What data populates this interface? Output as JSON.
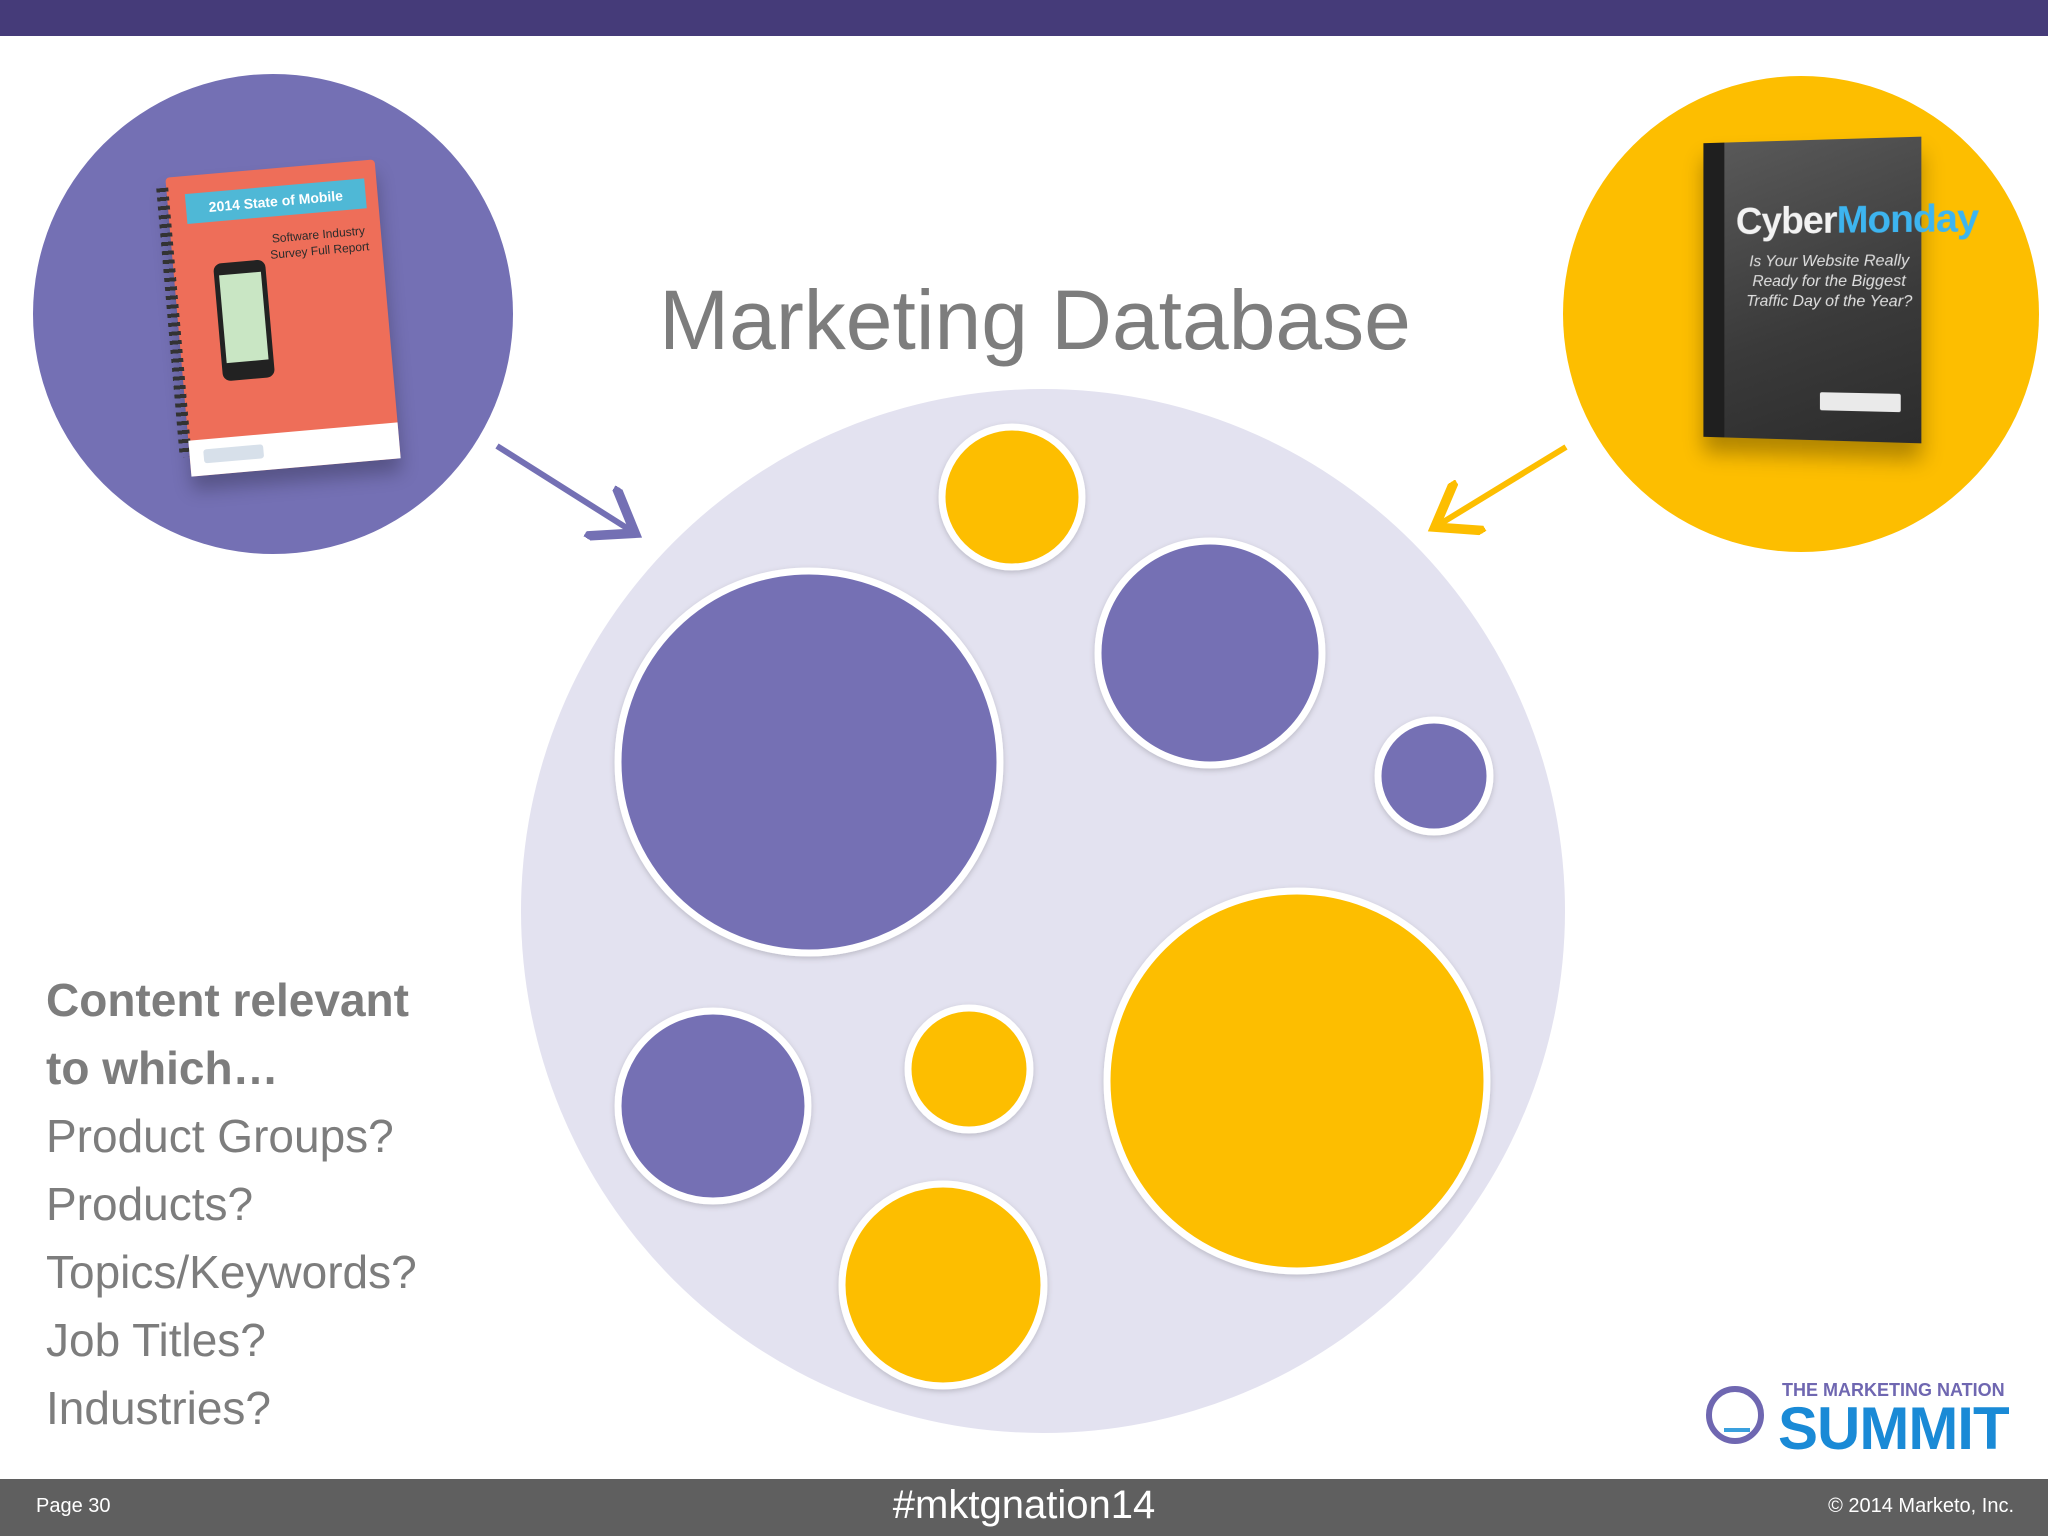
{
  "title": "Marketing Database",
  "colors": {
    "purple": "#7470b4",
    "gold": "#fdbe00",
    "database_fill": "#e3e2f0",
    "top_bar": "#453b79",
    "text_gray": "#7d7d7d",
    "footer": "#5f5f5f"
  },
  "covers": {
    "mobile_report": {
      "banner": "2014 State of Mobile",
      "subtitle": "Software Industry Survey Full Report"
    },
    "cyber_monday": {
      "title_part1": "Cyber",
      "title_part2": "Monday",
      "subtitle": "Is Your Website Really Ready for the Biggest Traffic Day of the Year?"
    }
  },
  "questions": {
    "heading_line1": "Content relevant",
    "heading_line2": "to which…",
    "items": [
      "Product Groups?",
      "Products?",
      "Topics/Keywords?",
      "Job Titles?",
      "Industries?"
    ]
  },
  "footer": {
    "page": "Page 30",
    "hashtag": "#mktgnation14",
    "copyright": "© 2014 Marketo, Inc."
  },
  "logo": {
    "small_text": "THE MARKETING NATION",
    "big_text": "SUMMIT"
  },
  "bubbles": [
    {
      "id": "bubble-gold-top",
      "color": "gold"
    },
    {
      "id": "bubble-purple-large",
      "color": "purple"
    },
    {
      "id": "bubble-purple-medium",
      "color": "purple"
    },
    {
      "id": "bubble-purple-small",
      "color": "purple"
    },
    {
      "id": "bubble-gold-large",
      "color": "gold"
    },
    {
      "id": "bubble-purple-bottom",
      "color": "purple"
    },
    {
      "id": "bubble-gold-small",
      "color": "gold"
    },
    {
      "id": "bubble-gold-bottom",
      "color": "gold"
    }
  ]
}
